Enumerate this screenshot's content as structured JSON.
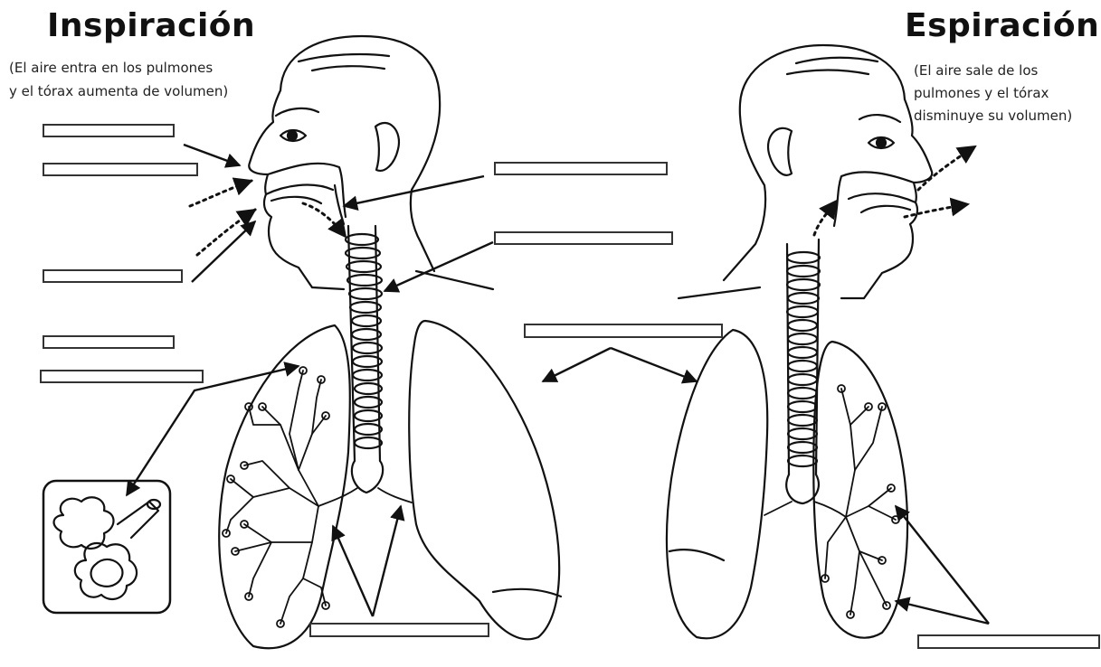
{
  "inspiration": {
    "title": "Inspiración",
    "subtitle": "(El aire entra en los pulmones\ny el tórax aumenta de volumen)"
  },
  "expiration": {
    "title": "Espiración",
    "subtitle": "(El aire sale de los\npulmones y el tórax\ndisminuye su volumen)"
  },
  "answer_boxes": [
    {
      "id": "box-nose",
      "value": ""
    },
    {
      "id": "box-nostrils",
      "value": ""
    },
    {
      "id": "box-mouth",
      "value": ""
    },
    {
      "id": "box-bronchi",
      "value": ""
    },
    {
      "id": "box-bronchioles",
      "value": ""
    },
    {
      "id": "box-pharynx",
      "value": ""
    },
    {
      "id": "box-trachea",
      "value": ""
    },
    {
      "id": "box-lungs-compare",
      "value": ""
    },
    {
      "id": "box-bottom-center",
      "value": ""
    },
    {
      "id": "box-bottom-right",
      "value": ""
    }
  ],
  "colors": {
    "line": "#111111",
    "box_border": "#333333",
    "box_fill": "#ffffff"
  }
}
